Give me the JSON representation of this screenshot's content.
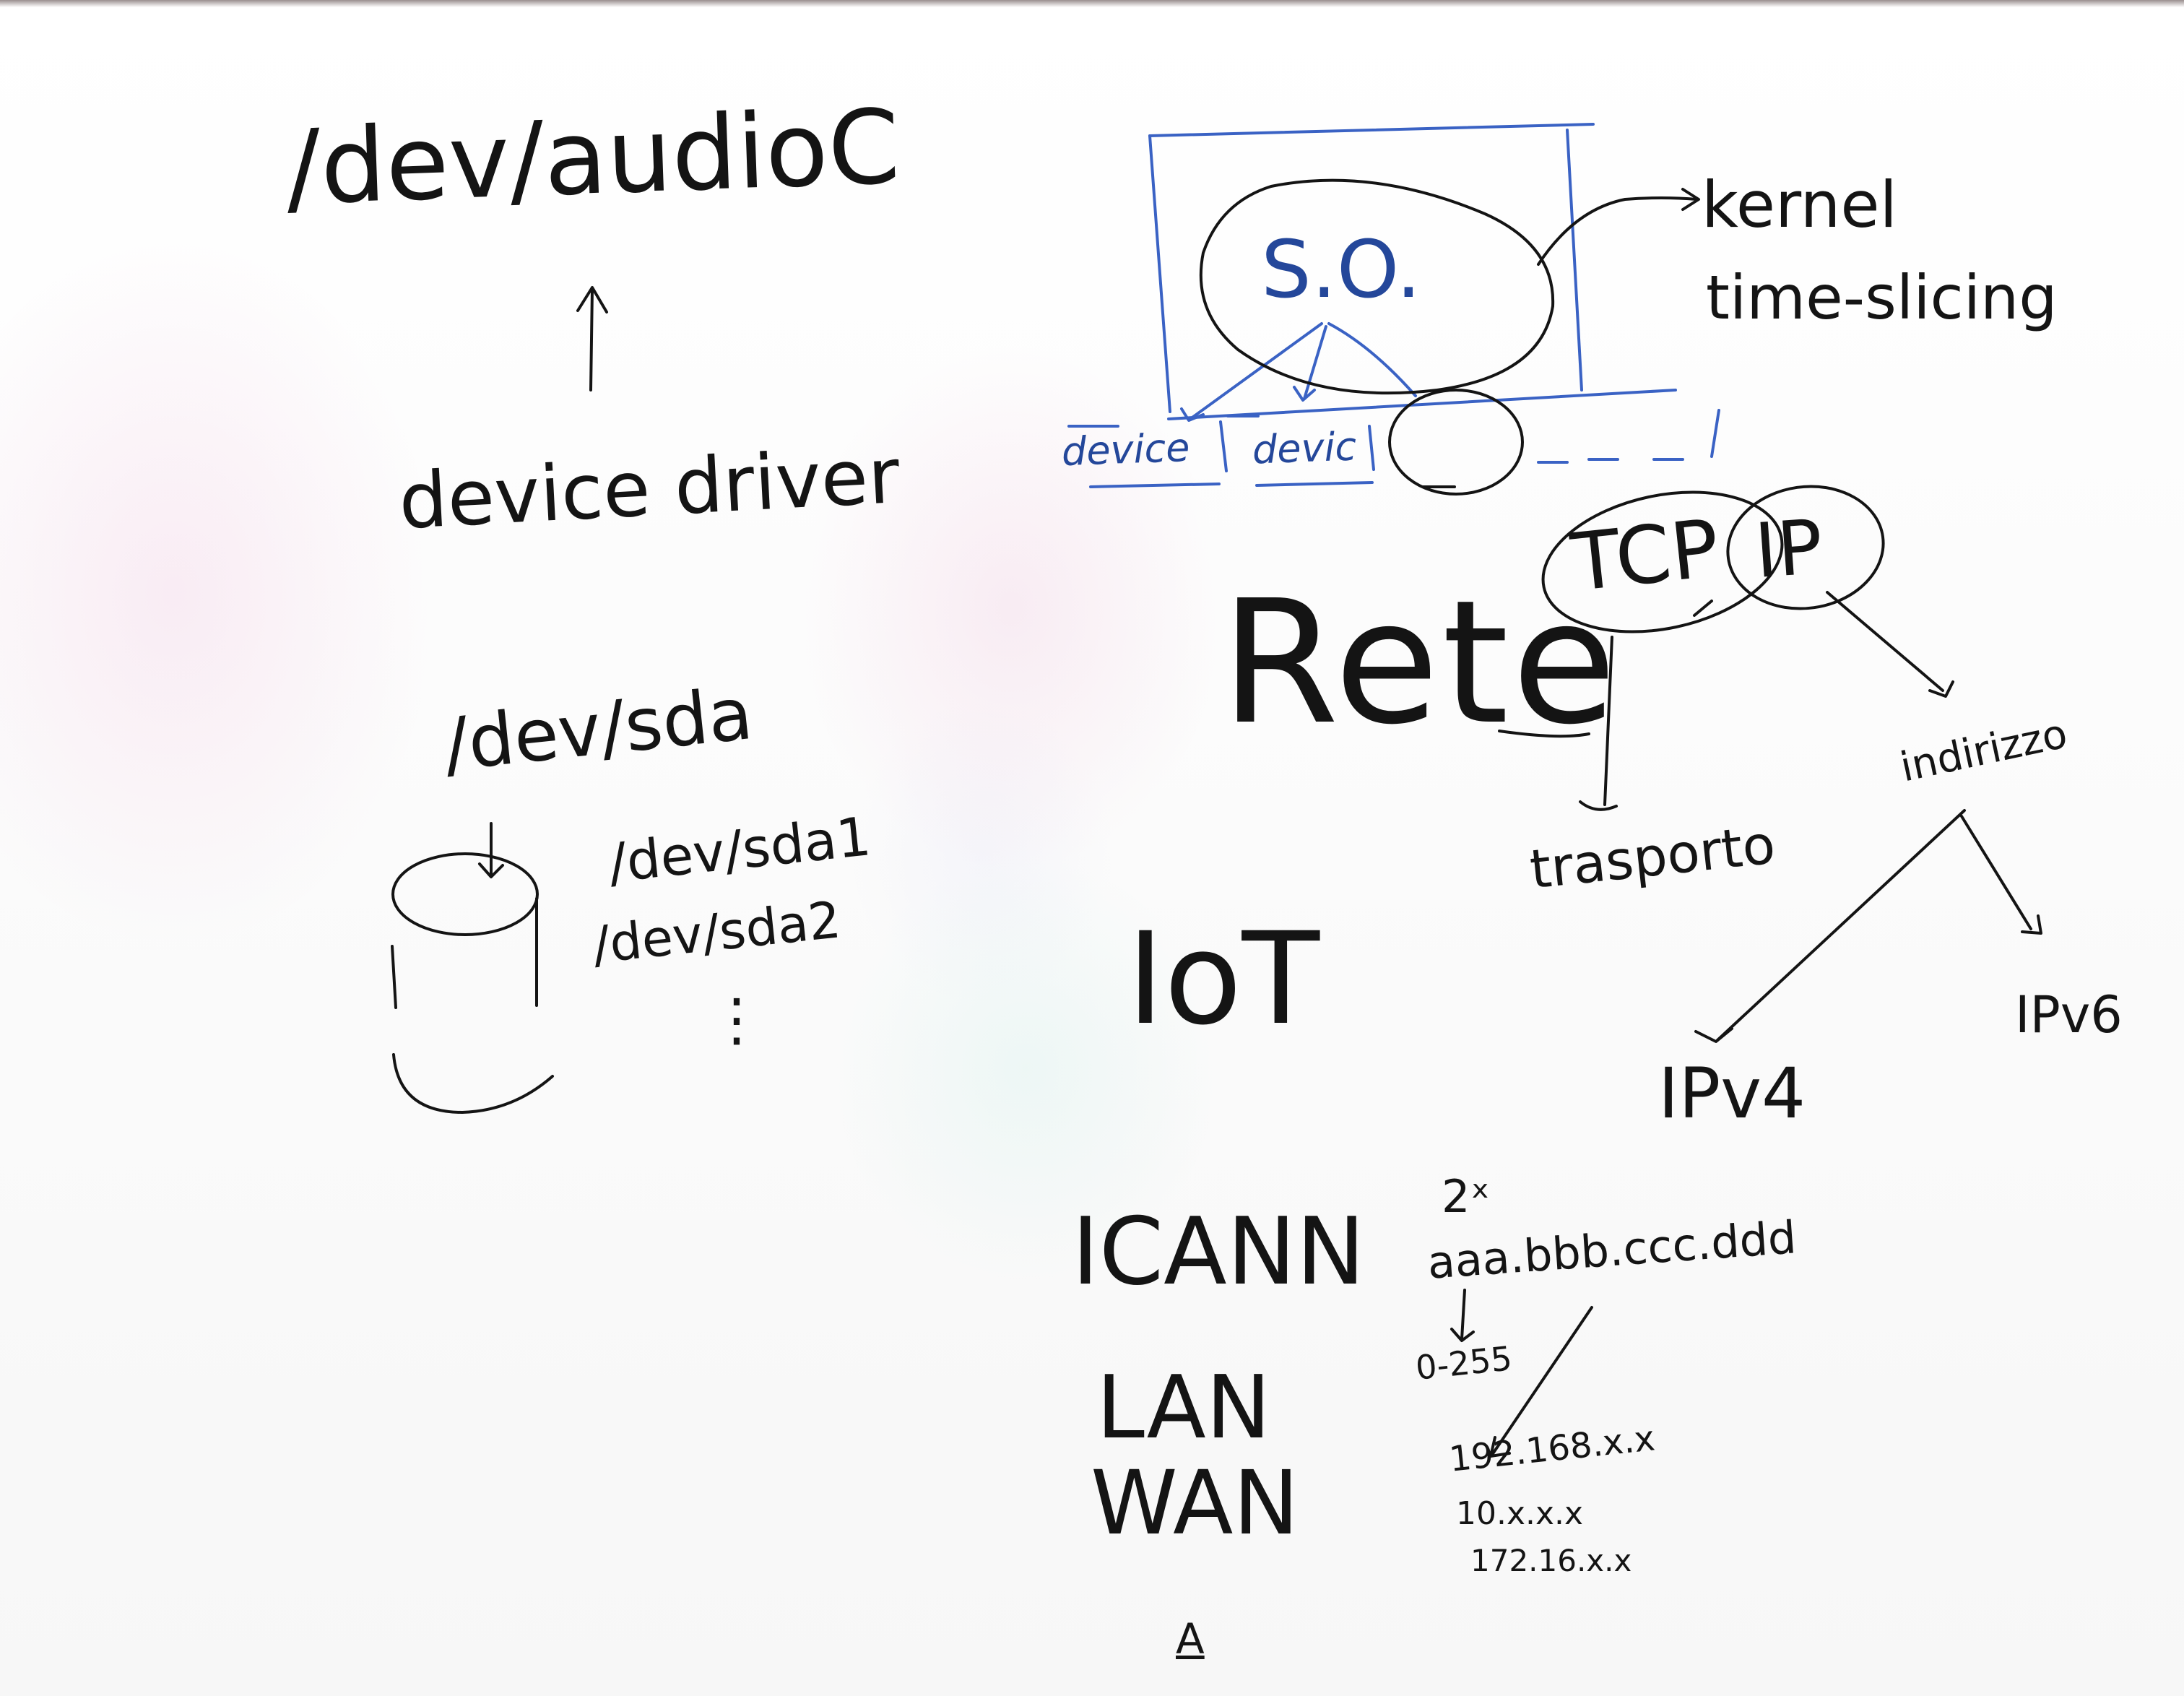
{
  "labels": {
    "dev_audio": "/dev/audioC",
    "device_driver": "device driver",
    "dev_sda": "/dev/sda",
    "dev_sda1": "/dev/sda1",
    "dev_sda2": "/dev/sda2",
    "sda_ellipsis": "⋮",
    "so": "S.O.",
    "device_1": "device",
    "device_2": "devic",
    "kernel": "kernel",
    "time_slicing": "time-slicing",
    "tcp": "TCP",
    "ip": "IP",
    "rete": "Rete",
    "trasporto": "trasporto",
    "indirizzo": "indirizzo",
    "iot": "IoT",
    "ipv4": "IPv4",
    "ipv6": "IPv6",
    "icann": "ICANN",
    "lan": "LAN",
    "wan": "WAN",
    "two_x": "2ˣ",
    "address_format": "aaa.bbb.ccc.ddd",
    "range": "0-255",
    "private_192": "192.168.x.x",
    "private_10": "10.x.x.x",
    "private_172": "172.16.x.x",
    "signature": "A"
  },
  "colors": {
    "ink_black": "#141414",
    "ink_blue": "#24479a",
    "board": "#fbfbfb"
  }
}
